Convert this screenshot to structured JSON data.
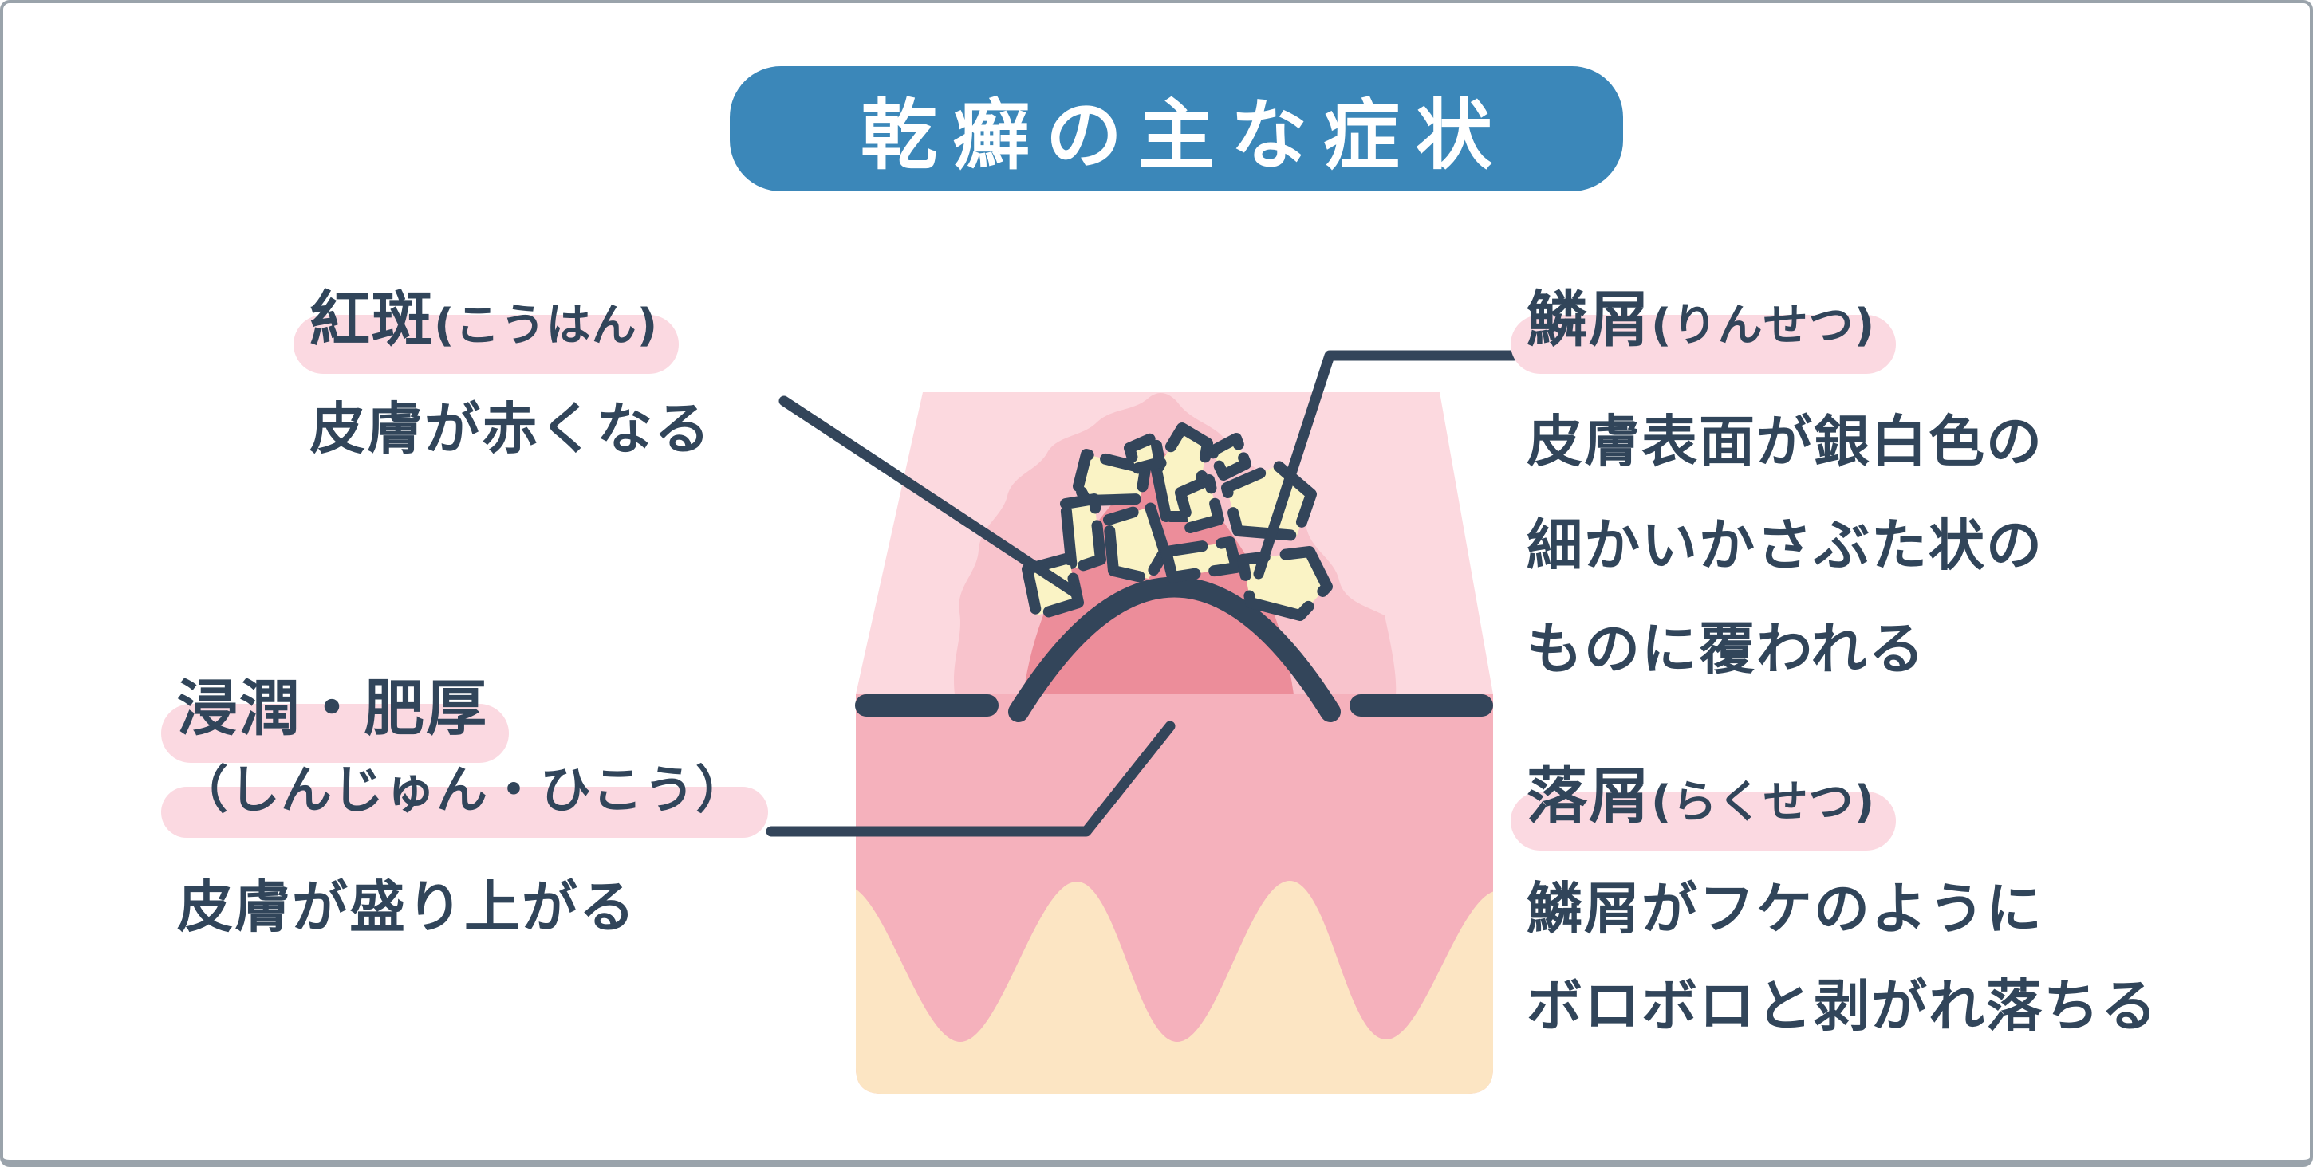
{
  "title": "乾癬の主な症状",
  "palette": {
    "title_background": "#3b87b9",
    "title_text": "#ffffff",
    "body_text": "#31455a",
    "label_highlight_pink": "#fbd9e1",
    "outline_navy": "#33455a",
    "skin_surface_light_pink": "#fcd9df",
    "inflammation_pink": "#f8c3cc",
    "red_mound": "#ec8d9a",
    "dermis_pink": "#f5b1bc",
    "subcutaneous_cream": "#fce5c3",
    "flake_cream": "#faf3c5",
    "frame_border_gray": "#9aa3ab"
  },
  "labels": {
    "kouhan": {
      "term": "紅斑",
      "reading": "(こうはん)",
      "description": "皮膚が赤くなる"
    },
    "shinjun_hikou": {
      "term": "浸潤・肥厚",
      "reading": "（しんじゅん・ひこう）",
      "description": "皮膚が盛り上がる"
    },
    "rinsetsu": {
      "term": "鱗屑",
      "reading": "(りんせつ)",
      "description_lines": [
        "皮膚表面が銀白色の",
        "細かいかさぶた状の",
        "ものに覆われる"
      ]
    },
    "rakusetsu": {
      "term": "落屑",
      "reading": "(らくせつ)",
      "description_lines": [
        "鱗屑がフケのように",
        "ボロボロと剥がれ落ちる"
      ]
    }
  }
}
